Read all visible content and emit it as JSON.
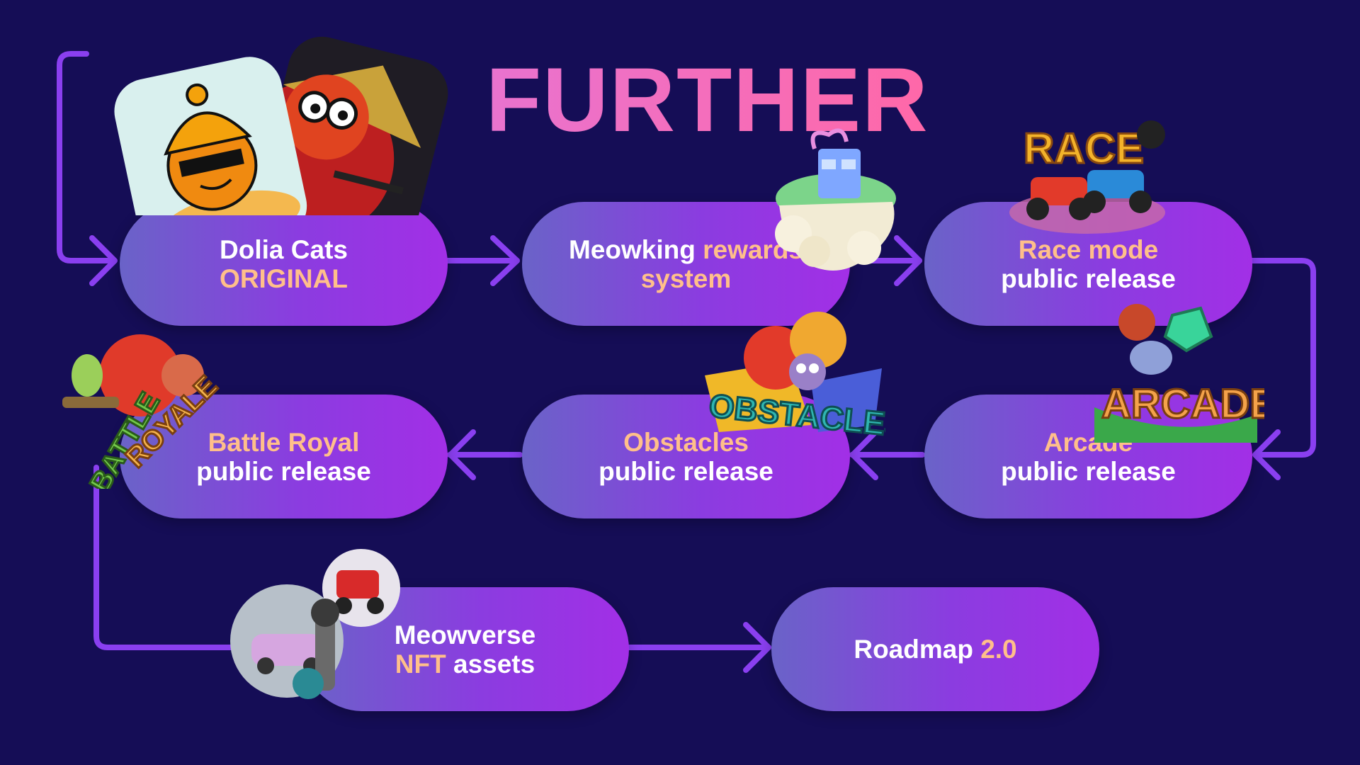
{
  "title": "FURTHER",
  "colors": {
    "background": "#150d56",
    "title": "#f06fc3",
    "highlight": "#ffbf8a",
    "connector": "#8a3ff0",
    "pill_start": "#6a63c8",
    "pill_end": "#a22fe6"
  },
  "steps": [
    {
      "id": "dolia-cats",
      "line1": {
        "plain": "Dolia Cats",
        "highlight": ""
      },
      "line2": {
        "plain": "",
        "highlight": "ORIGINAL"
      }
    },
    {
      "id": "meowking",
      "line1": {
        "plain": "Meowking ",
        "highlight": "rewards"
      },
      "line2": {
        "plain": "",
        "highlight": "system"
      }
    },
    {
      "id": "race-mode",
      "line1": {
        "plain": "",
        "highlight": "Race mode"
      },
      "line2": {
        "plain": "public release",
        "highlight": ""
      }
    },
    {
      "id": "arcade",
      "line1": {
        "plain": "",
        "highlight": "Arcade"
      },
      "line2": {
        "plain": "public release",
        "highlight": ""
      }
    },
    {
      "id": "obstacles",
      "line1": {
        "plain": "",
        "highlight": "Obstacles"
      },
      "line2": {
        "plain": "public release",
        "highlight": ""
      }
    },
    {
      "id": "battle-royal",
      "line1": {
        "plain": "",
        "highlight": "Battle Royal"
      },
      "line2": {
        "plain": "public release",
        "highlight": ""
      }
    },
    {
      "id": "meowverse",
      "line1": {
        "plain": "Meowverse",
        "highlight": ""
      },
      "line2": {
        "highlight": "NFT",
        "plain": " assets"
      }
    },
    {
      "id": "roadmap",
      "line1": {
        "plain": "Roadmap ",
        "highlight": "2.0"
      }
    }
  ],
  "illustrations": {
    "dolia_cats": "cat-avatar-cards",
    "meowking": "floating-island-building",
    "race_mode": "race-karts-logo",
    "arcade": "arcade-logo",
    "obstacles": "obstacles-logo",
    "battle_royal": "battle-royale-logo",
    "meowverse": "nft-asset-bubbles"
  }
}
